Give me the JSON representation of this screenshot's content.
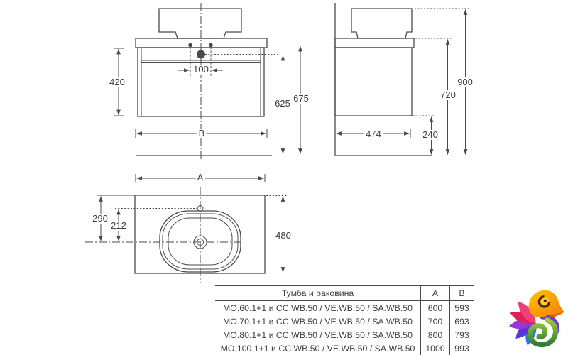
{
  "drawing": {
    "front_view": {
      "dims": {
        "cabinet_height": "420",
        "hole_spacing": "100",
        "drain_height": "625",
        "rim_height": "675",
        "width_label": "B"
      }
    },
    "side_view": {
      "dims": {
        "depth": "474",
        "floor_clearance": "240",
        "worktop_height": "720",
        "total_height": "900"
      }
    },
    "top_view": {
      "dims": {
        "width_label": "A",
        "center_from_edge": "290",
        "center_from_faucet": "212",
        "countertop_depth": "480"
      }
    }
  },
  "table": {
    "headers": {
      "name": "Тумба и раковина",
      "a": "A",
      "b": "B"
    },
    "rows": [
      {
        "name": "MO.60.1+1 и CC.WB.50 / VE.WB.50 / SA.WB.50",
        "a": "600",
        "b": "593"
      },
      {
        "name": "MO.70.1+1 и CC.WB.50 / VE.WB.50 / SA.WB.50",
        "a": "700",
        "b": "693"
      },
      {
        "name": "MO.80.1+1 и CC.WB.50 / VE.WB.50 / SA.WB.50",
        "a": "800",
        "b": "793"
      },
      {
        "name": "MO.100.1+1 и CC.WB.50 / VE.WB.50 / SA.WB.50",
        "a": "1000",
        "b": "993"
      }
    ]
  },
  "logo": {
    "label": "chameleon logo",
    "colors": {
      "pink": "#EF3E7B",
      "red": "#DD2150",
      "purple": "#9C35D8",
      "indigo": "#5D33D6",
      "blue": "#2979E8",
      "violet": "#6D3BE0",
      "snout": "#E65100",
      "eye_ring": "#4E2400",
      "pupil": "#3A1C00"
    }
  }
}
